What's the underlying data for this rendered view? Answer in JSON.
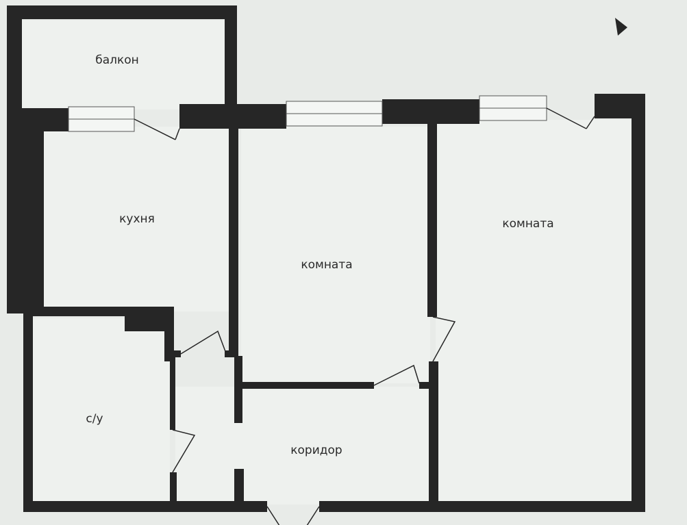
{
  "rooms": {
    "balcony": "балкон",
    "kitchen": "кухня",
    "room_1": "комната",
    "room_2": "комната",
    "bathroom": "с/у",
    "corridor": "коридор"
  },
  "colors": {
    "background": "#e8ebe8",
    "floor": "#eef1ee",
    "wall": "#262626",
    "window_frame": "#f4f6f4",
    "label_text": "#2a2a2a"
  },
  "icons": [
    "play-arrow-icon"
  ]
}
